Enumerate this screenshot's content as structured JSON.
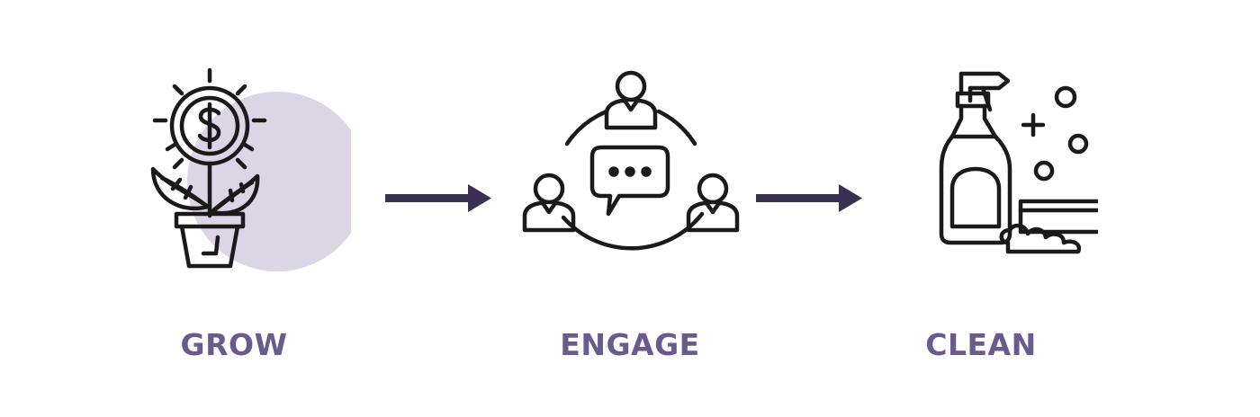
{
  "colors": {
    "label": "#6b5a8e",
    "arrow": "#3b2f52",
    "icon_stroke": "#1a1a1a",
    "highlight_circle": "#dcd5e6"
  },
  "steps": [
    {
      "label": "GROW",
      "icon": "money-plant-icon"
    },
    {
      "label": "ENGAGE",
      "icon": "team-discussion-icon"
    },
    {
      "label": "CLEAN",
      "icon": "cleaning-supplies-icon"
    }
  ],
  "arrows": [
    {
      "icon": "arrow-right-icon"
    },
    {
      "icon": "arrow-right-icon"
    }
  ]
}
